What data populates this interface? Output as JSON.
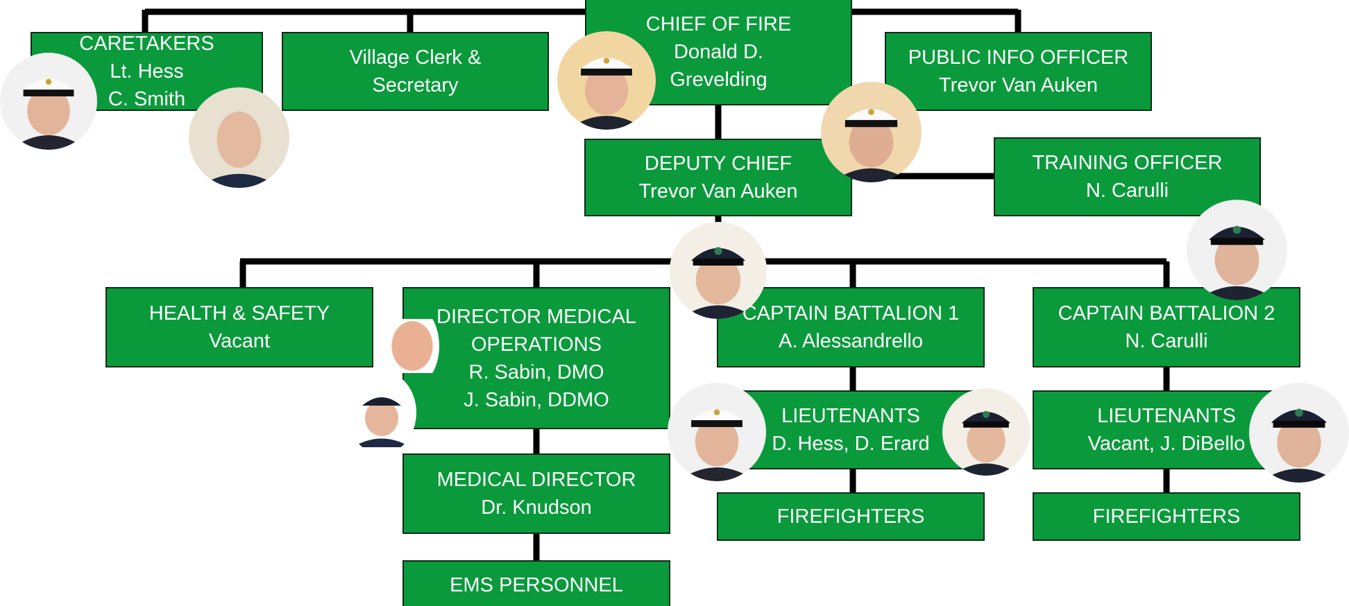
{
  "colors": {
    "box_fill": "#0a9a3c",
    "box_border": "#0d2b16",
    "line": "#000000",
    "text": "#ffffff"
  },
  "boxes": {
    "chief": {
      "title": "CHIEF OF FIRE",
      "name1": "Donald D.",
      "name2": "Grevelding"
    },
    "caretakers": {
      "title": "CARETAKERS",
      "name1": "Lt. Hess",
      "name2": "C. Smith"
    },
    "clerk": {
      "line1": "Village Clerk &",
      "line2": "Secretary"
    },
    "pio": {
      "title": "PUBLIC INFO OFFICER",
      "name": "Trevor Van Auken"
    },
    "deputy": {
      "title": "DEPUTY CHIEF",
      "name": "Trevor Van Auken"
    },
    "training": {
      "title": "TRAINING OFFICER",
      "name": "N. Carulli"
    },
    "health": {
      "title": "HEALTH & SAFETY",
      "name": "Vacant"
    },
    "dmo": {
      "line1": "DIRECTOR MEDICAL",
      "line2": "OPERATIONS",
      "line3": "R. Sabin, DMO",
      "line4": "J. Sabin, DDMO"
    },
    "cap1": {
      "title": "CAPTAIN BATTALION 1",
      "name": "A. Alessandrello"
    },
    "cap2": {
      "title": "CAPTAIN BATTALION 2",
      "name": "N. Carulli"
    },
    "lt1": {
      "title": "LIEUTENANTS",
      "name": "D. Hess, D. Erard"
    },
    "lt2": {
      "title": "LIEUTENANTS",
      "name": "Vacant, J. DiBello"
    },
    "meddir": {
      "title": "MEDICAL DIRECTOR",
      "name": "Dr. Knudson"
    },
    "ff1": {
      "title": "FIREFIGHTERS"
    },
    "ff2": {
      "title": "FIREFIGHTERS"
    },
    "ems": {
      "title": "EMS PERSONNEL"
    }
  }
}
